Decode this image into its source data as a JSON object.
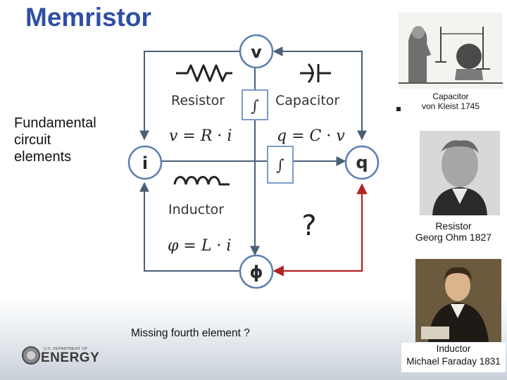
{
  "slide": {
    "title": "Memristor",
    "left_label": "Fundamental\ncircuit\nelements",
    "caption": "Missing fourth element ?"
  },
  "diagram": {
    "nodes": {
      "v": "v",
      "i": "i",
      "q": "q",
      "phi": "ϕ"
    },
    "resistor": {
      "label": "Resistor",
      "equation": "v = R · i"
    },
    "capacitor": {
      "label": "Capacitor",
      "equation": "q = C · v"
    },
    "inductor": {
      "label": "Inductor",
      "equation": "φ = L · i"
    },
    "integral_top": "∫",
    "integral_mid": "∫",
    "missing": "?"
  },
  "portraits": [
    {
      "line1": "Capacitor",
      "line2": "von Kleist 1745"
    },
    {
      "line1": "Resistor",
      "line2": "Georg Ohm 1827"
    },
    {
      "line1": "Inductor",
      "line2": "Michael Faraday 1831"
    }
  ],
  "footer": {
    "dept_small": "U.S. DEPARTMENT OF",
    "dept_big": "ENERGY"
  },
  "colors": {
    "title": "#2f4fa3",
    "arrow": "#4a5f78",
    "node_border": "#5b7fb0",
    "missing_arrow": "#b22222"
  }
}
